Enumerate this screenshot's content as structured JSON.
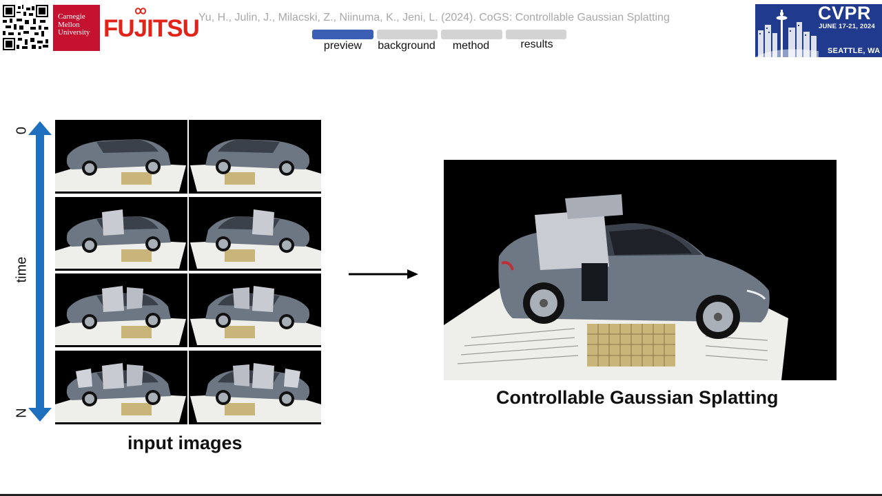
{
  "header": {
    "cmu_logo_text": "Carnegie Mellon University",
    "cmu_line1": "Carnegie",
    "cmu_line2": "Mellon",
    "cmu_line3": "University",
    "fujitsu_logo_text": "FUJITSU",
    "citation": "Yu, H., Julin, J., Milacski, Z., Niinuma, K., Jeni, L. (2024). CoGS: Controllable Gaussian Splatting",
    "tabs": [
      {
        "label": "preview",
        "active": true
      },
      {
        "label": "background",
        "active": false
      },
      {
        "label": "method",
        "active": false
      },
      {
        "label": "results",
        "active": false
      }
    ],
    "cvpr": {
      "title": "CVPR",
      "dates": "JUNE 17-21, 2024",
      "city": "SEATTLE, WA"
    }
  },
  "axis": {
    "label": "time",
    "start": "0",
    "end": "N"
  },
  "captions": {
    "input": "input images",
    "output": "Controllable Gaussian Splatting"
  },
  "colors": {
    "accent": "#3a5fb4",
    "tab_inactive": "#d3d3d3",
    "axis_arrow": "#1f6fbf",
    "cmu_red": "#c41230",
    "fujitsu_red": "#e2231a",
    "cvpr_blue": "#203a8d"
  }
}
